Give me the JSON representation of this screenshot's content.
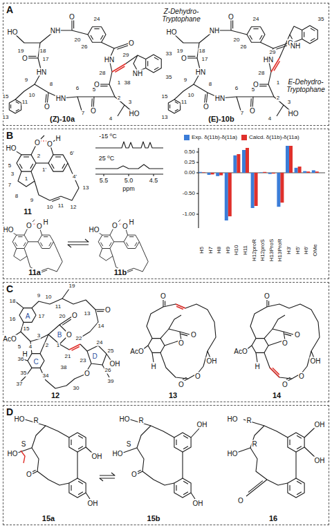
{
  "diagram": {
    "nodes": [
      {
        "text": [
          "A"
        ]
      },
      {
        "text": [
          "B"
        ]
      },
      {
        "text": [
          "C"
        ]
      },
      {
        "text": [
          "D"
        ]
      }
    ],
    "labels": [
      "HO",
      "19",
      "18",
      "NH",
      "O",
      "20",
      "26",
      "24",
      "O",
      "HN",
      "28",
      "1",
      "O",
      "2",
      "3",
      "HO",
      "4",
      "5",
      "O",
      "6",
      "7",
      "HN",
      "8",
      "O",
      "9",
      "10",
      "11",
      "13",
      "15",
      "17",
      "O",
      "HN",
      "(Z)-10a",
      "Z-Dehydro-Tryptophane",
      "29",
      "33",
      "35",
      "38",
      "NH",
      "HO",
      "19",
      "18",
      "NH",
      "O",
      "20",
      "26",
      "24",
      "O",
      "HN",
      "28",
      "1",
      "O",
      "2",
      "3",
      "HO",
      "4",
      "5",
      "O",
      "6",
      "7",
      "HN",
      "8",
      "O",
      "9",
      "10",
      "11",
      "13",
      "15",
      "17",
      "O",
      "HN",
      "(E)-10b",
      "E-Dehydro-Tryptophane",
      "29",
      "35",
      "NH",
      "HO",
      "O",
      "O",
      "H",
      "5",
      "2",
      "1",
      "3",
      "7",
      "8",
      "9",
      "10",
      "11",
      "12",
      "13",
      "4'",
      "6'",
      "1'",
      "11",
      "-15 ºC",
      "25 ºC",
      "5.5",
      "5.0",
      "4.5",
      "ppm",
      "HO",
      "O",
      "O",
      "H",
      "11a",
      "HO",
      "O",
      "O",
      "H",
      "11b",
      "0.50",
      "0.25",
      "0.00",
      "-0.50",
      "-1.00",
      "H5",
      "H7",
      "H8",
      "H9",
      "H10",
      "H11",
      "H12proR",
      "H12proS",
      "H13ProS",
      "H13ProR",
      "H3'",
      "H5'",
      "H6'",
      "OMe",
      "18",
      "A",
      "9",
      "10",
      "11",
      "19",
      "13",
      "O",
      "17",
      "16",
      "15",
      "AcO",
      "5",
      "4",
      "3",
      "H",
      "B",
      "20",
      "O",
      "O",
      "1",
      "2",
      "21",
      "22",
      "14",
      "D",
      "23",
      "24",
      "25",
      "26",
      "OH",
      "O",
      "39",
      "C",
      "36",
      "35",
      "34",
      "38",
      "37",
      "30",
      "12",
      "AcO",
      "H",
      "O",
      "O",
      "O",
      "OH",
      "O",
      "O",
      "13",
      "AcO",
      "H",
      "O",
      "O",
      "O",
      "OH",
      "O",
      "O",
      "14",
      "HO",
      "R",
      "S",
      "HO",
      "O",
      "OH",
      "OH",
      "15a",
      "HO",
      "R",
      "S",
      "HO",
      "O",
      "OH",
      "OH",
      "15b",
      "HO",
      "R",
      "HO",
      "R",
      "O",
      "OH",
      "OH",
      "16"
    ],
    "legend": [
      {
        "text": "Exp. δ(11b)-δ(11a)",
        "color": "#3b7dd8"
      },
      {
        "text": "Calcd. δ(11b)-δ(11a)",
        "color": "#e0302b"
      }
    ]
  }
}
